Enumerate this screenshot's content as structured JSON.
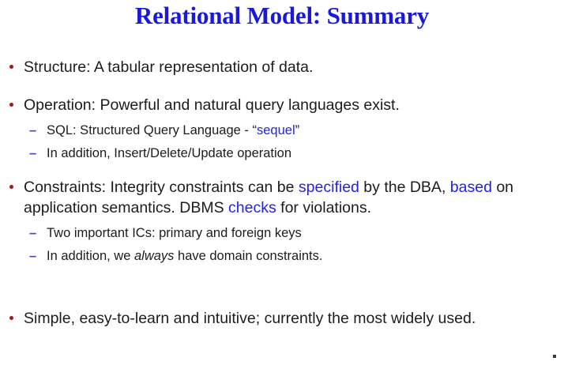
{
  "slide": {
    "title": "Relational Model: Summary",
    "title_color": "#1A1AD6",
    "bullet_color": "#A01818",
    "dash_color": "#4444CC",
    "highlight_color": "#2222EE",
    "background": "#FFFFFF",
    "bullet_glyph": "•",
    "dash_glyph": "–"
  },
  "content": {
    "items": [
      {
        "id": "structure",
        "text": "Structure: A tabular representation of data."
      },
      {
        "id": "operation",
        "text": "Operation: Powerful and natural query languages exist.",
        "sub": [
          {
            "id": "sql",
            "prefix": "SQL: Structured Query Language - “",
            "highlight": "sequel",
            "suffix": "”",
            "full": "SQL: Structured Query Language - “sequel”"
          },
          {
            "id": "insert-delete-update",
            "text": "In addition, Insert/Delete/Update operation"
          }
        ]
      },
      {
        "id": "constraints",
        "seg1": "Constraints: Integrity constraints can be ",
        "hl1": "specified",
        "seg2": " by the DBA, ",
        "hl2": "based",
        "seg3": " on application semantics. DBMS ",
        "hl3": "checks",
        "seg4": " for violations.",
        "full": "Constraints: Integrity constraints can be specified by the DBA, based on application semantics. DBMS checks for violations.",
        "sub": [
          {
            "id": "two-important-ics",
            "text": "Two important ICs: primary and foreign keys"
          },
          {
            "id": "domain-constraints",
            "prefix": "In addition, we ",
            "italic": "always",
            "suffix": " have domain constraints.",
            "full": "In addition, we always have domain constraints."
          }
        ]
      },
      {
        "id": "simple",
        "text": "Simple, easy-to-learn and intuitive; currently the most widely used."
      }
    ]
  }
}
